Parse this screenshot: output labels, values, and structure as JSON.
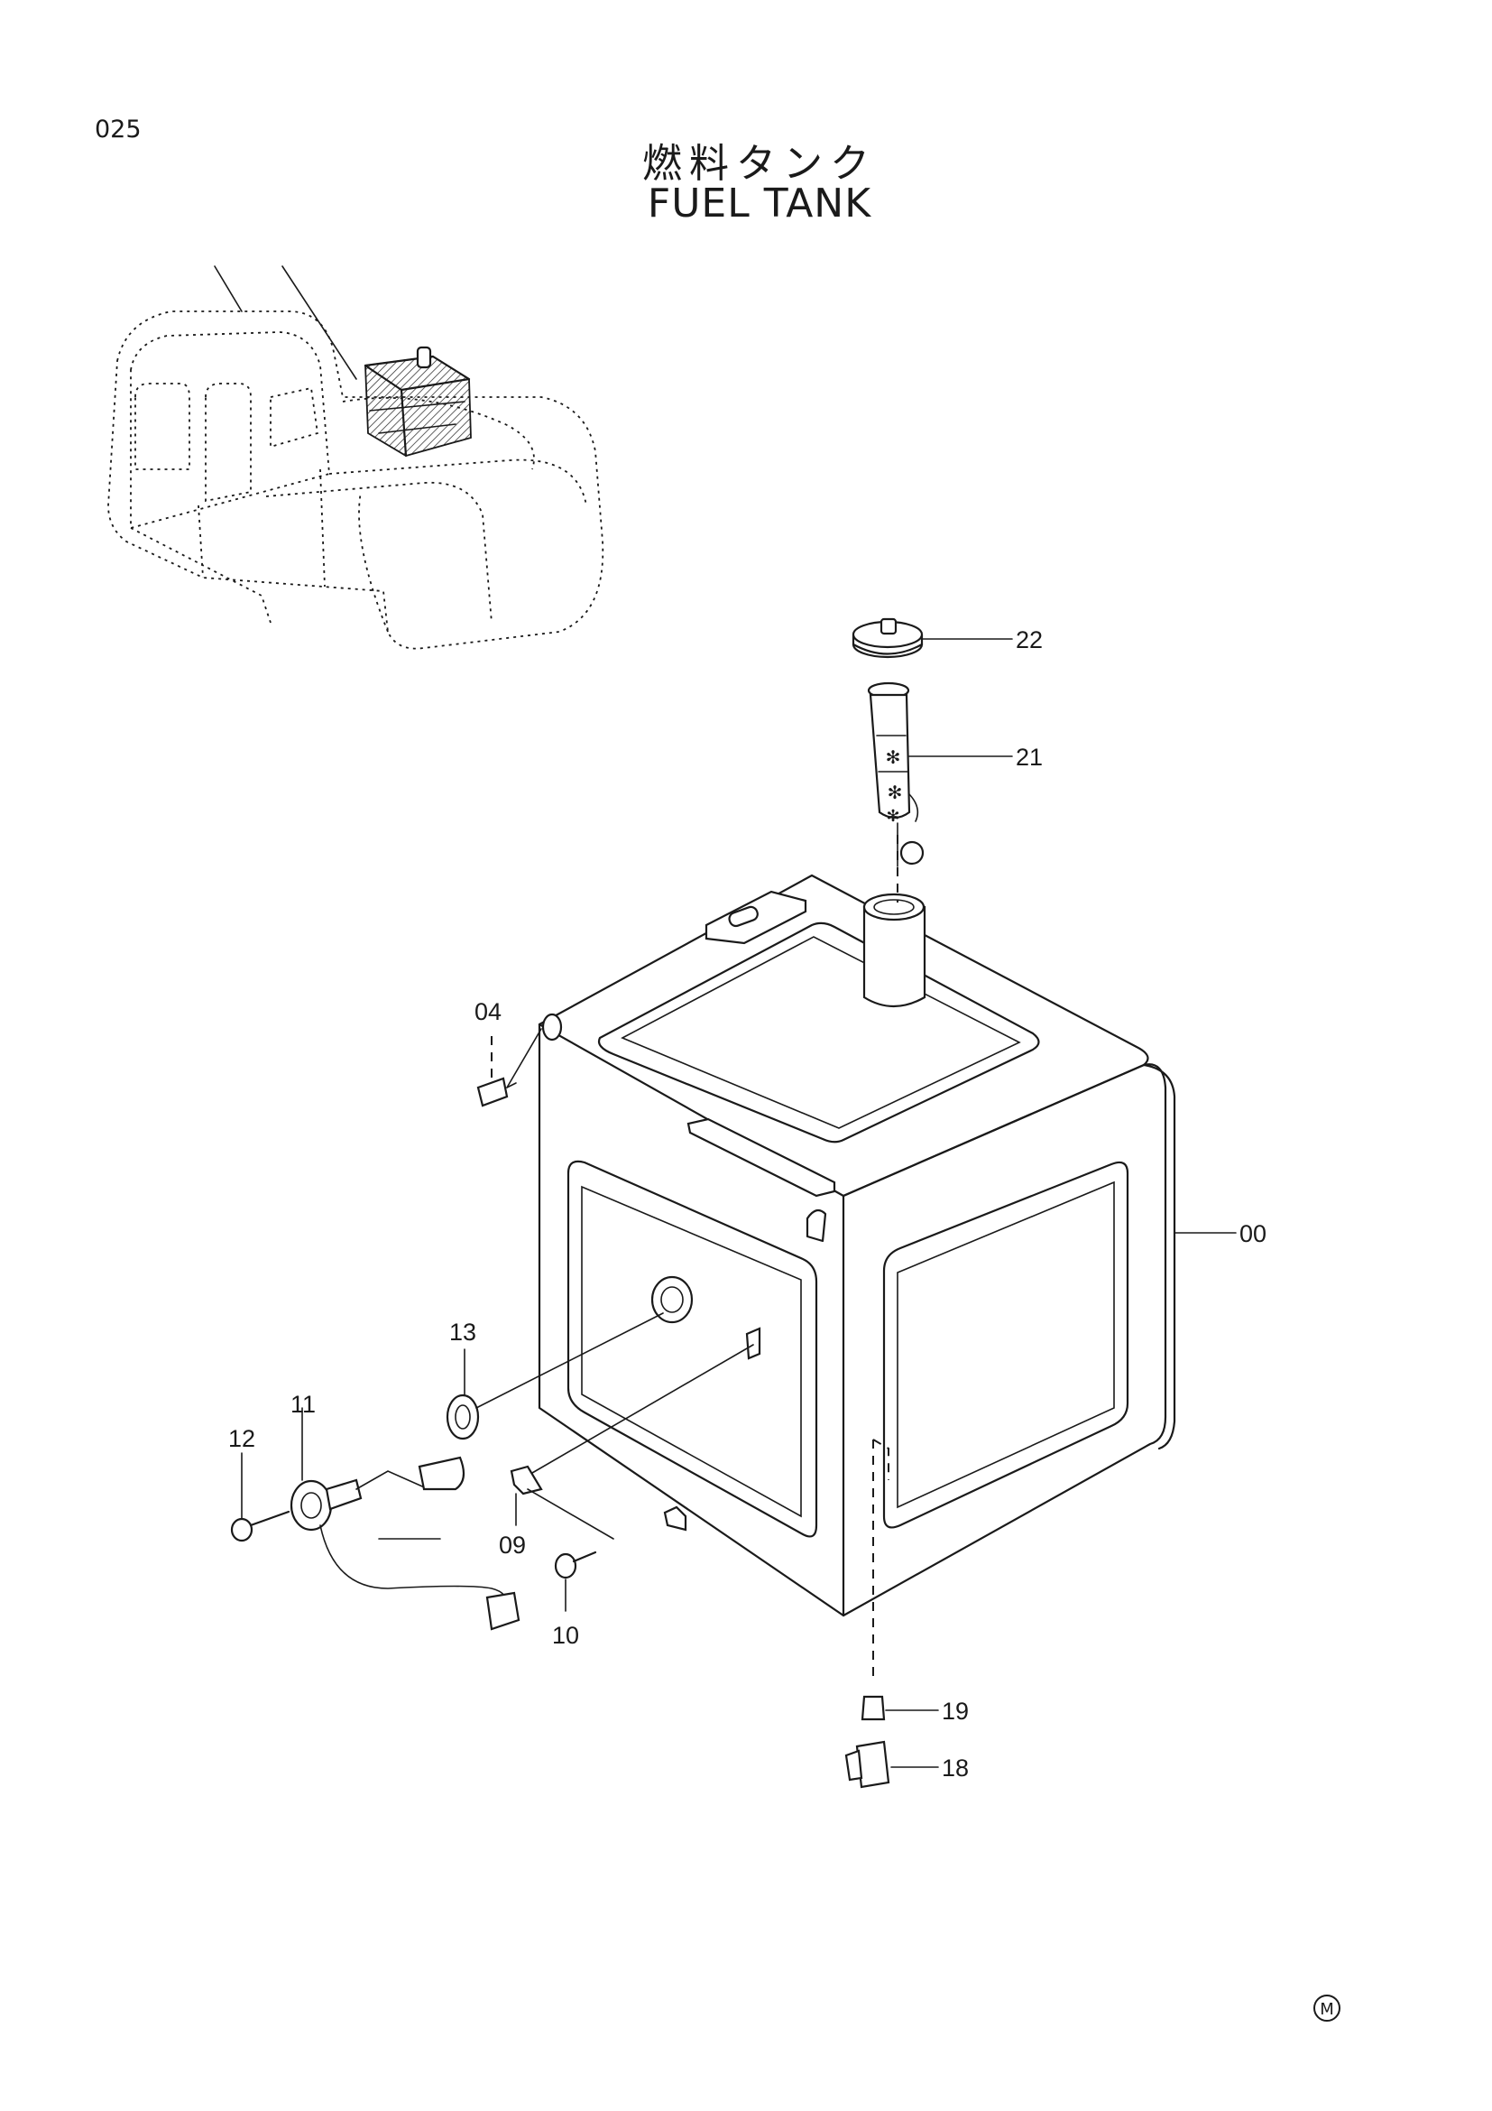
{
  "header": {
    "page_number": "025",
    "title_jp": "燃料タンク",
    "title_en": "FUEL TANK"
  },
  "callouts": [
    {
      "id": "c22",
      "label": "22"
    },
    {
      "id": "c21",
      "label": "21"
    },
    {
      "id": "c04",
      "label": "04"
    },
    {
      "id": "c00",
      "label": "00"
    },
    {
      "id": "c13",
      "label": "13"
    },
    {
      "id": "c11",
      "label": "11"
    },
    {
      "id": "c12",
      "label": "12"
    },
    {
      "id": "c09",
      "label": "09"
    },
    {
      "id": "c10",
      "label": "10"
    },
    {
      "id": "c19",
      "label": "19"
    },
    {
      "id": "c18",
      "label": "18"
    }
  ],
  "footer": {
    "marker": "M"
  }
}
